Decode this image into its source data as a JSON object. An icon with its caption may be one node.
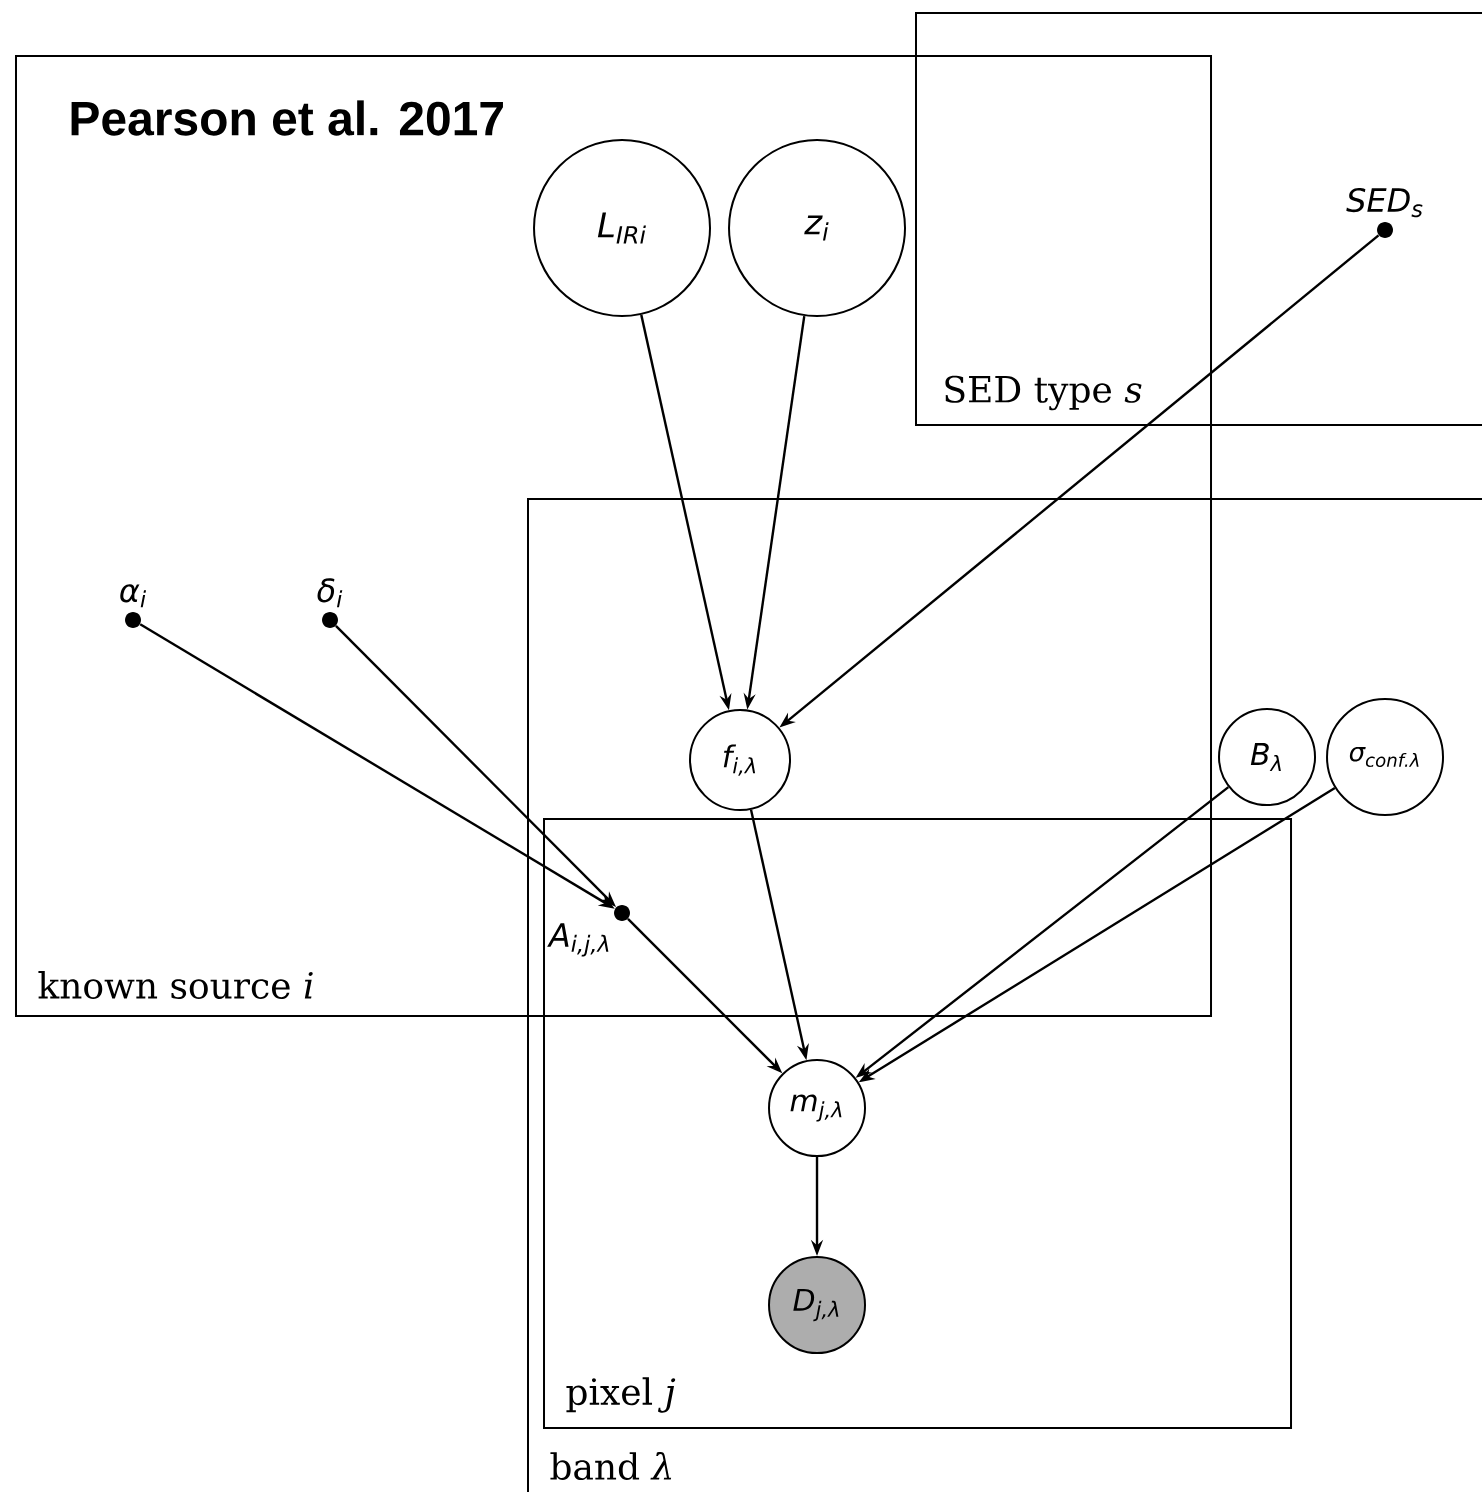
{
  "diagram": {
    "title": "Pearson et al. 2017",
    "nodes": [
      {
        "text": [
          "known source *i*"
        ]
      },
      {
        "text": [
          "SED type *s*"
        ]
      },
      {
        "text": [
          "band *λ*"
        ]
      },
      {
        "text": [
          "pixel *j*"
        ],
        "in": 2
      },
      {
        "text": [
          "L$_{IRi}$"
        ],
        "in": 0
      },
      {
        "text": [
          "z$_{i}$"
        ],
        "in": 0
      },
      {
        "text": [
          "SED$_{s}$"
        ],
        "in": 1
      },
      {
        "text": [
          "α$_{i}$"
        ],
        "in": 0
      },
      {
        "text": [
          "δ$_{i}$"
        ],
        "in": 0
      },
      {
        "text": [
          "f$_{i,λ}$"
        ]
      },
      {
        "text": [
          "B$_{λ}$"
        ],
        "in": 2
      },
      {
        "text": [
          "σ$_{conf.λ}$"
        ],
        "in": 2
      },
      {
        "text": [
          "A$_{i,j,λ}$"
        ]
      },
      {
        "text": [
          "m$_{j,λ}$"
        ],
        "in": 3
      },
      {
        "text": [
          "D$_{j,λ}$"
        ],
        "in": 3
      }
    ],
    "edges": [
      {
        "from": 4,
        "to": 9,
        "arrow": "to"
      },
      {
        "from": 5,
        "to": 9,
        "arrow": "to"
      },
      {
        "from": 6,
        "to": 9,
        "arrow": "to"
      },
      {
        "from": 7,
        "to": 12,
        "arrow": "to"
      },
      {
        "from": 8,
        "to": 12,
        "arrow": "to"
      },
      {
        "from": 12,
        "to": 13,
        "arrow": "to"
      },
      {
        "from": 9,
        "to": 13,
        "arrow": "to"
      },
      {
        "from": 10,
        "to": 13,
        "arrow": "to"
      },
      {
        "from": 11,
        "to": 13,
        "arrow": "to"
      },
      {
        "from": 13,
        "to": 14,
        "arrow": "to"
      }
    ]
  }
}
